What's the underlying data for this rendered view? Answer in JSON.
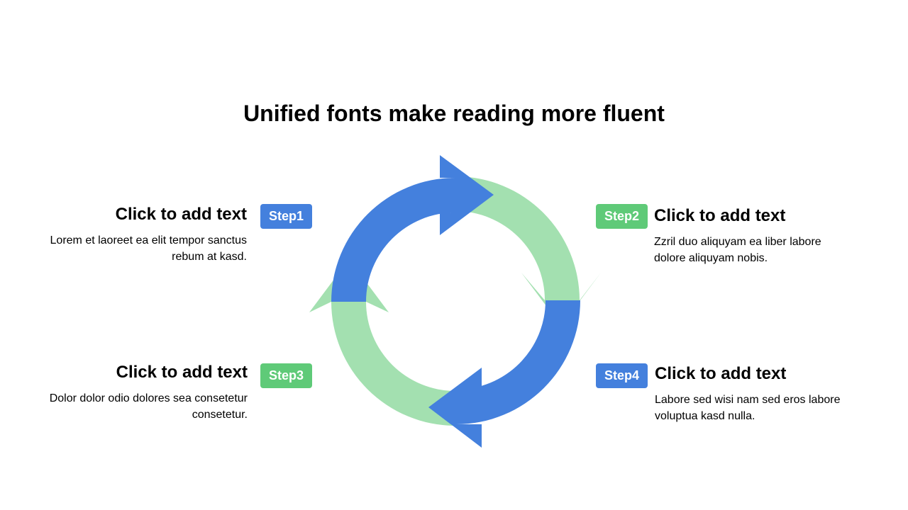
{
  "title": "Unified fonts make reading more fluent",
  "colors": {
    "blue": "#4480DD",
    "green": "#A3E0B0",
    "green_badge": "#5FCA78"
  },
  "steps": [
    {
      "badge": "Step1",
      "heading": "Click to add text",
      "body": "Lorem et laoreet ea elit tempor sanctus rebum at kasd."
    },
    {
      "badge": "Step2",
      "heading": "Click to add text",
      "body": "Zzril duo aliquyam ea liber labore dolore aliquyam nobis."
    },
    {
      "badge": "Step3",
      "heading": "Click to add text",
      "body": "Dolor dolor odio dolores sea consetetur consetetur."
    },
    {
      "badge": "Step4",
      "heading": "Click to add text",
      "body": "Labore sed wisi nam sed eros labore voluptua kasd nulla."
    }
  ]
}
